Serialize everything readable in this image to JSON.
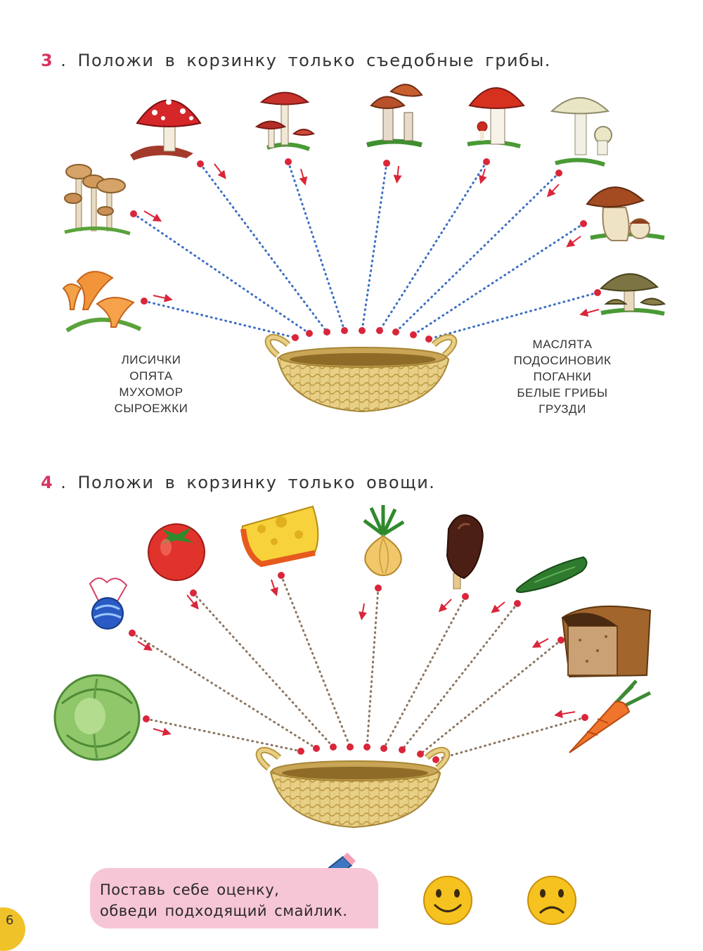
{
  "task3": {
    "number": "3",
    "text": ". Положи в корзинку только съедобные грибы.",
    "names_left": [
      "ЛИСИЧКИ",
      "ОПЯТА",
      "МУХОМОР",
      "СЫРОЕЖКИ"
    ],
    "names_right": [
      "МАСЛЯТА",
      "ПОДОСИНОВИК",
      "ПОГАНКИ",
      "БЕЛЫЕ ГРИБЫ",
      "ГРУЗДИ"
    ],
    "items": [
      "chanterelles",
      "honey-mushrooms",
      "fly-agaric",
      "russula",
      "red-boletus",
      "death-cap",
      "porcini",
      "milk-cap"
    ]
  },
  "task4": {
    "number": "4",
    "text": ". Положи в корзинку только овощи.",
    "items": [
      "cabbage",
      "candy",
      "tomato",
      "cheese",
      "onion",
      "ice-cream",
      "cucumber",
      "bread",
      "carrot"
    ]
  },
  "grade": {
    "line1": "Поставь себе оценку,",
    "line2": "обведи подходящий смайлик."
  },
  "page_number": "6",
  "colors": {
    "accent_number": "#d8345f",
    "dotted_line_mushrooms": "#3b6fc2",
    "dotted_line_items": "#8b7560",
    "start_dot": "#d9263a",
    "grade_box": "#f7c6d6",
    "basket": "#e4c878",
    "smiley": "#f5c21f"
  }
}
